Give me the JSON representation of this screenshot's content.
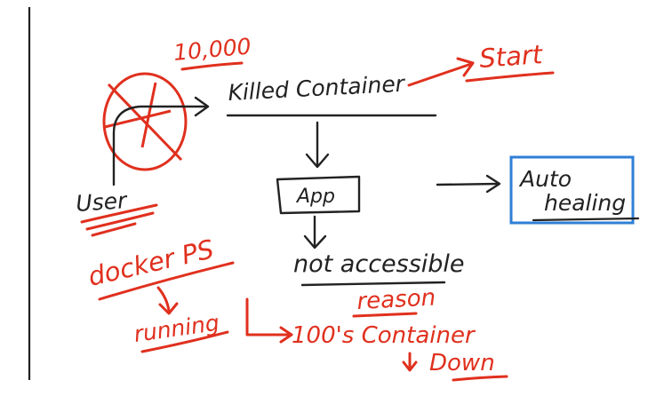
{
  "colors": {
    "ink_dark": "#222222",
    "ink_red": "#e0301e",
    "ink_blue": "#2e7fd6",
    "background": "#ffffff"
  },
  "annotations": {
    "count": "10,000",
    "start": "Start",
    "user": "User",
    "docker_ps": "docker PS",
    "running": "running",
    "reason": "reason",
    "down": "Down"
  },
  "nodes": {
    "killed_container": "Killed Container",
    "app": "App",
    "not_accessible": "not accessible",
    "auto_healing_line1": "Auto",
    "auto_healing_line2": "healing",
    "containers_down": "100's Container"
  }
}
